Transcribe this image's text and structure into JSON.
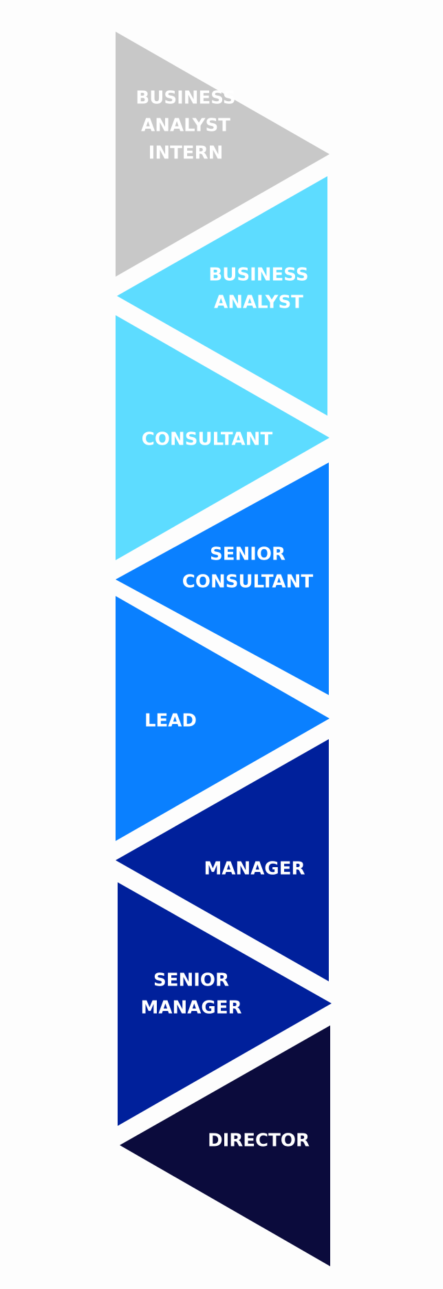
{
  "levels": [
    {
      "lines": [
        "BUSINESS",
        "ANALYST",
        "INTERN"
      ],
      "color": "#c8c8c8"
    },
    {
      "lines": [
        "BUSINESS",
        "ANALYST"
      ],
      "color": "#5ddcff"
    },
    {
      "lines": [
        "CONSULTANT"
      ],
      "color": "#5ddcff"
    },
    {
      "lines": [
        "SENIOR",
        "CONSULTANT"
      ],
      "color": "#0a80ff"
    },
    {
      "lines": [
        "LEAD"
      ],
      "color": "#0a80ff"
    },
    {
      "lines": [
        "MANAGER"
      ],
      "color": "#00209b"
    },
    {
      "lines": [
        "SENIOR",
        "MANAGER"
      ],
      "color": "#00209b"
    },
    {
      "lines": [
        "DIRECTOR"
      ],
      "color": "#0b0b3c"
    }
  ]
}
